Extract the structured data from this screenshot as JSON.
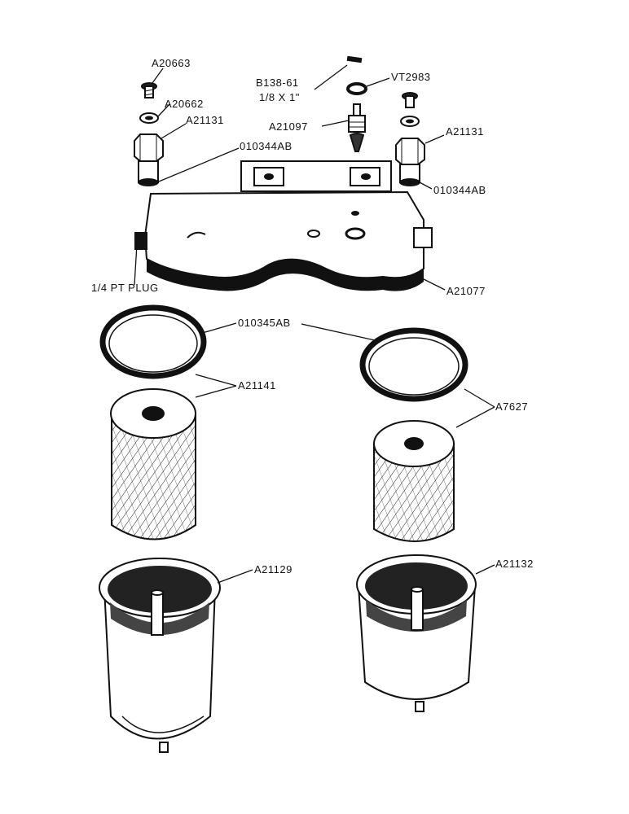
{
  "labels": {
    "a20663": "A20663",
    "a20662": "A20662",
    "a21131_left": "A21131",
    "o10344ab_left": "010344AB",
    "b138_61": "B138-61",
    "b138_61_size": "1/8 X 1\"",
    "vt2983": "VT2983",
    "a21097": "A21097",
    "a21131_right": "A21131",
    "o10344ab_right": "010344AB",
    "plug": "1/4 PT PLUG",
    "a21077": "A21077",
    "o10345ab": "010345AB",
    "a21141": "A21141",
    "a7627": "A7627",
    "a21129": "A21129",
    "a21132": "A21132"
  },
  "colors": {
    "ink": "#111111",
    "paper": "#ffffff"
  }
}
